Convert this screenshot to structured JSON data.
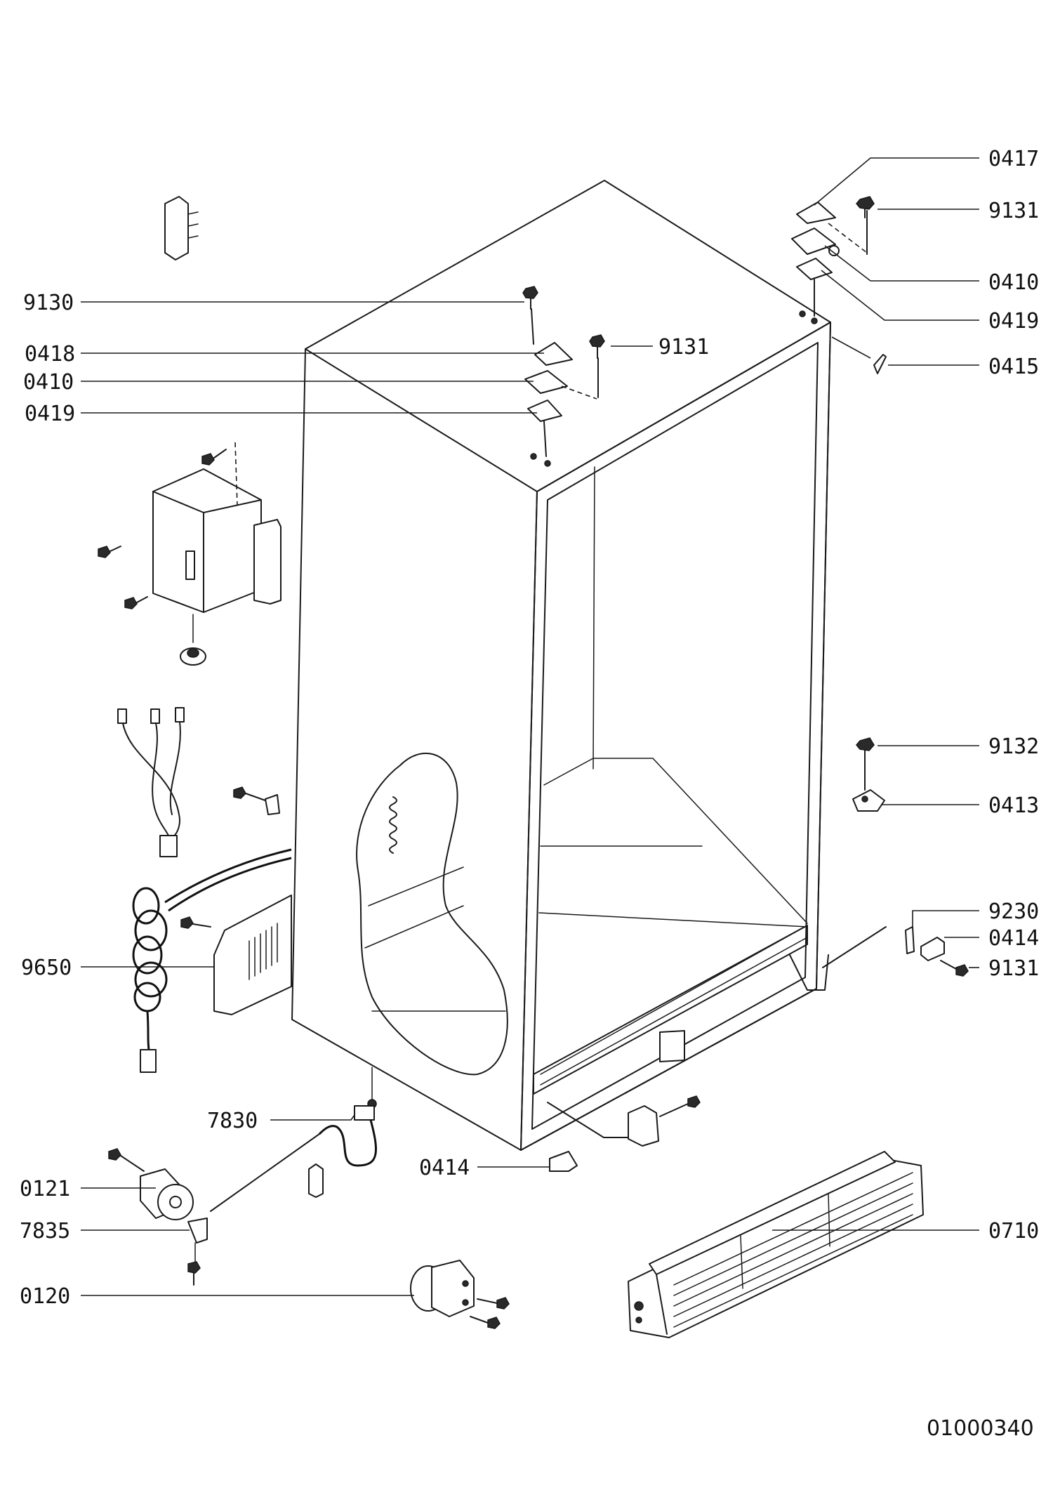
{
  "document_number": "01000340",
  "labels": {
    "l0417": "0417",
    "l9131_top": "9131",
    "l0410_right": "0410",
    "l0419_right": "0419",
    "l0415": "0415",
    "l9130": "9130",
    "l0418": "0418",
    "l9131_mid": "9131",
    "l0410_left": "0410",
    "l0419_left": "0419",
    "l9132": "9132",
    "l0413": "0413",
    "l9230": "9230",
    "l0414_right": "0414",
    "l9131_low": "9131",
    "l9650": "9650",
    "l7830": "7830",
    "l0414_bottom": "0414",
    "l0121": "0121",
    "l7835": "7835",
    "l0120": "0120",
    "l0710": "0710"
  },
  "icons": {
    "cabinet": "refrigerator-cabinet-shell",
    "hinge": "hinge-bracket",
    "screw": "screw",
    "relay_box": "electrical-box",
    "power_cord": "power-cord",
    "wheel": "caster-wheel",
    "grille": "ventilation-grille"
  }
}
